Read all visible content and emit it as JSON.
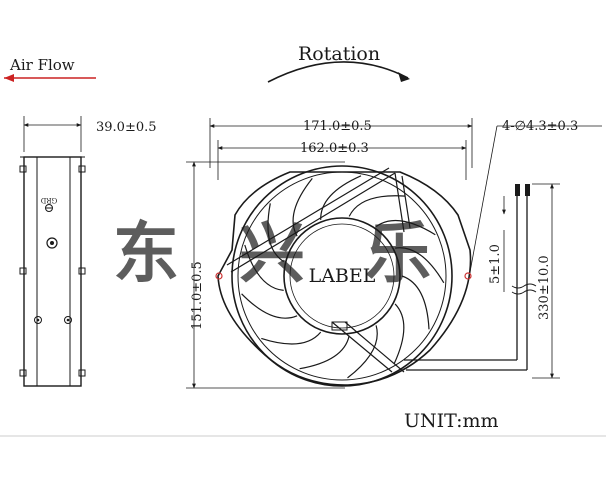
{
  "labels": {
    "air_flow": "Air Flow",
    "rotation": "Rotation",
    "label": "LABEL",
    "unit": "UNIT:mm",
    "grd": "GRD",
    "watermark": "东兴乐"
  },
  "dimensions": {
    "depth": "39.0±0.5",
    "width_outer": "171.0±0.5",
    "width_inner": "162.0±0.3",
    "height": "151.0±0.5",
    "holes": "4-∅4.3±0.3",
    "wire_stub": "5±1.0",
    "wire_length": "330±10.0"
  },
  "colors": {
    "lines": "#1a1a1a",
    "air_flow_arrow": "#cc2222",
    "watermark": "#8fb8e8"
  },
  "blades": {
    "count": 13
  }
}
